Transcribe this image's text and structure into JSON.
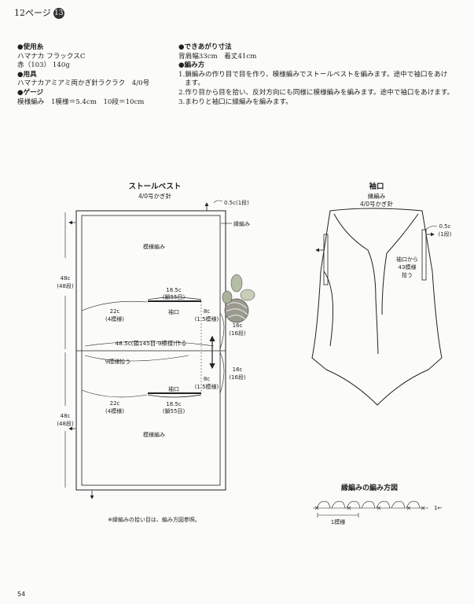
{
  "header": {
    "page_label": "12ページ",
    "badge": "13"
  },
  "materials": {
    "yarn_heading": "使用糸",
    "yarn_name": "ハマナカ フラックスC",
    "yarn_color": "赤（103） 140g",
    "tools_heading": "用具",
    "tools": "ハマナカアミアミ両かぎ針ラクラク　4/0号",
    "gauge_heading": "ゲージ",
    "gauge": "模様編み　1模様＝5.4cm　10段＝10cm"
  },
  "finished": {
    "heading": "できあがり寸法",
    "size": "背肩幅33cm　着丈41cm",
    "method_heading": "編み方",
    "steps": [
      "1.鎖編みの作り目で目を作り、模様編みでストールベストを編みます。途中で袖口をあけ",
      "ます。",
      "2.作り目から目を拾い、反対方向にも同様に模様編みを編みます。途中で袖口をあけます。",
      "3.まわりと袖口に縁編みを編みます。"
    ]
  },
  "stole": {
    "title": "ストールベスト",
    "hook": "4/0号かぎ針",
    "edge_width": "0.5c(1段)",
    "edge_label": "縁編み",
    "pattern_top": "模様編み",
    "pattern_bottom": "模様編み",
    "height": "48c",
    "height_rows": "(48段)",
    "height_b": "48c",
    "height_rows_b": "(48段)",
    "armhole_w": "18.5c",
    "armhole_st": "(鎖55目)",
    "armhole_w_b": "18.5c",
    "armhole_st_b": "(鎖55目)",
    "armhole": "袖口",
    "armhole_b": "袖口",
    "side": "22c",
    "side_rep": "(4模様)",
    "side_b": "22c",
    "side_rep_b": "(4模様)",
    "arm_depth": "8c",
    "arm_depth_rep": "(1.5模様)",
    "arm_depth_b": "8c",
    "arm_depth_rep_b": "(1.5模様)",
    "cast_on": "48.5c(鎖145目-9模様)作る",
    "pickup": "9模様拾う",
    "mid": "16c",
    "mid_rows": "(16段)",
    "mid_b": "16c",
    "mid_rows_b": "(16段)",
    "note": "※縁編みの拾い目は、編み方図参照。"
  },
  "cuff": {
    "title": "袖口",
    "sub1": "縁編み",
    "sub2": "4/0号かぎ針",
    "width": "0.5c",
    "rows": "(1段)",
    "pick1": "袖口から",
    "pick2": "43模様",
    "pick3": "拾う"
  },
  "edging": {
    "title": "縁編みの編み方図",
    "repeat": "1模様",
    "start_mark": "1←"
  },
  "page_number": "54"
}
